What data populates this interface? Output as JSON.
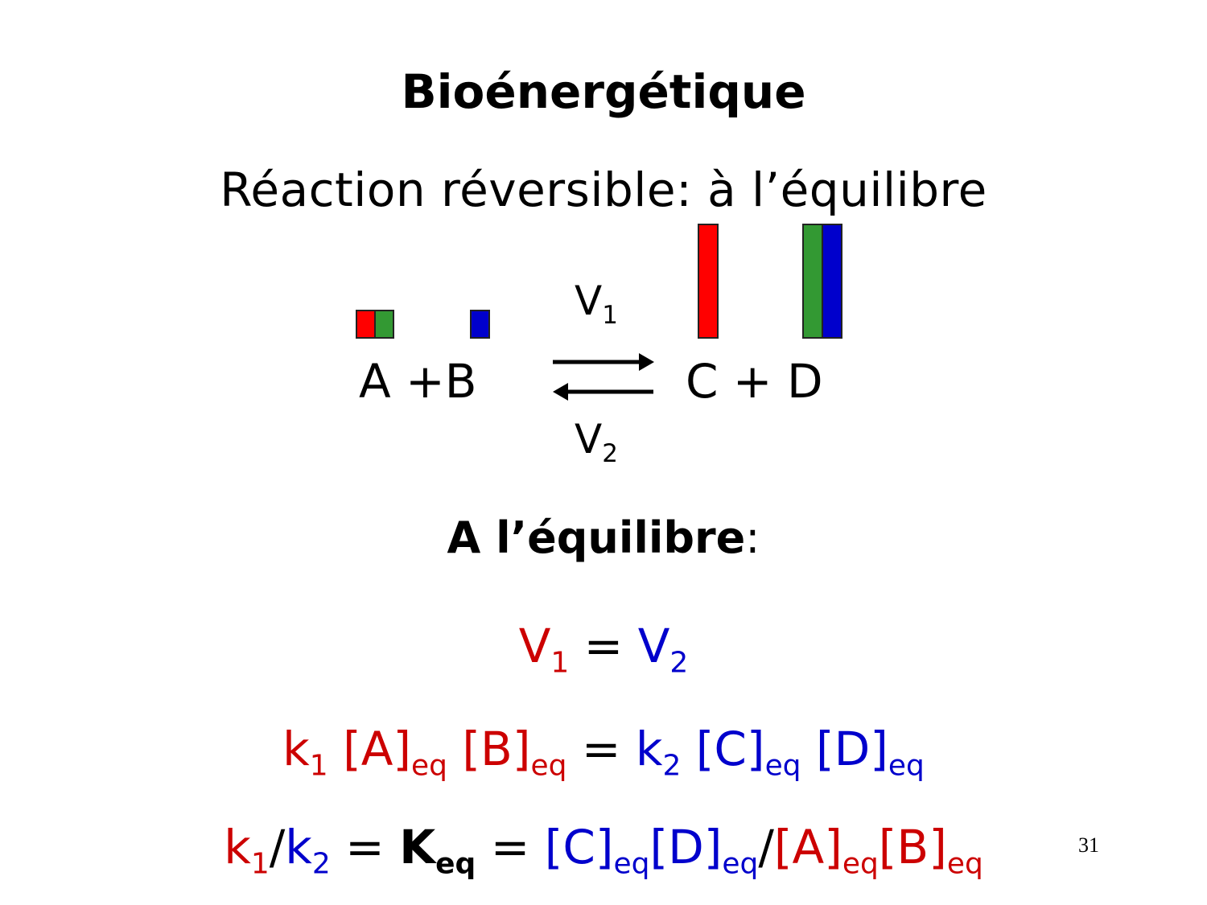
{
  "slide": {
    "title": "Bioénergétique",
    "subtitle": "Réaction réversible: à l’équilibre",
    "page_number": "31"
  },
  "reaction": {
    "left_species": "A +B",
    "right_species": "C + D",
    "forward_rate": {
      "label": "V",
      "sub": "1"
    },
    "reverse_rate": {
      "label": "V",
      "sub": "2"
    },
    "arrows": "reversible-equilibrium-arrows",
    "bars": [
      {
        "species": "A",
        "colors": [
          "#FF0000",
          "#339933"
        ],
        "relative_height": "small"
      },
      {
        "species": "B",
        "colors": [
          "#0000CC"
        ],
        "relative_height": "small"
      },
      {
        "species": "C",
        "colors": [
          "#FF0000"
        ],
        "relative_height": "tall"
      },
      {
        "species": "D",
        "colors": [
          "#339933",
          "#0000CC"
        ],
        "relative_height": "tall"
      }
    ]
  },
  "equilibrium": {
    "heading": "A l’équilibre",
    "heading_colon": ":",
    "eq1": {
      "lhs": "V",
      "lhs_sub": "1",
      "op": " = ",
      "rhs": "V",
      "rhs_sub": "2"
    },
    "eq2": {
      "k1": "k",
      "k1_sub": "1",
      "A": " [A]",
      "A_sub": "eq",
      "B": " [B]",
      "B_sub": "eq",
      "op": " = ",
      "k2": "k",
      "k2_sub": "2",
      "C": " [C]",
      "C_sub": "eq",
      "D": " [D]",
      "D_sub": "eq"
    },
    "eq3": {
      "k1": "k",
      "k1_sub": "1",
      "slash1": "/",
      "k2": "k",
      "k2_sub": "2",
      "op1": " = ",
      "K": "K",
      "K_sub": "eq",
      "op2": " = ",
      "C": "[C]",
      "C_sub": "eq",
      "D": "[D]",
      "D_sub": "eq",
      "slash2": "/",
      "A": "[A]",
      "A_sub": "eq",
      "B": "[B]",
      "B_sub": "eq"
    }
  },
  "colors": {
    "reactant_text": "#CC0000",
    "product_text": "#0000CC",
    "bar_red": "#FF0000",
    "bar_green": "#339933",
    "bar_blue": "#0000CC"
  }
}
